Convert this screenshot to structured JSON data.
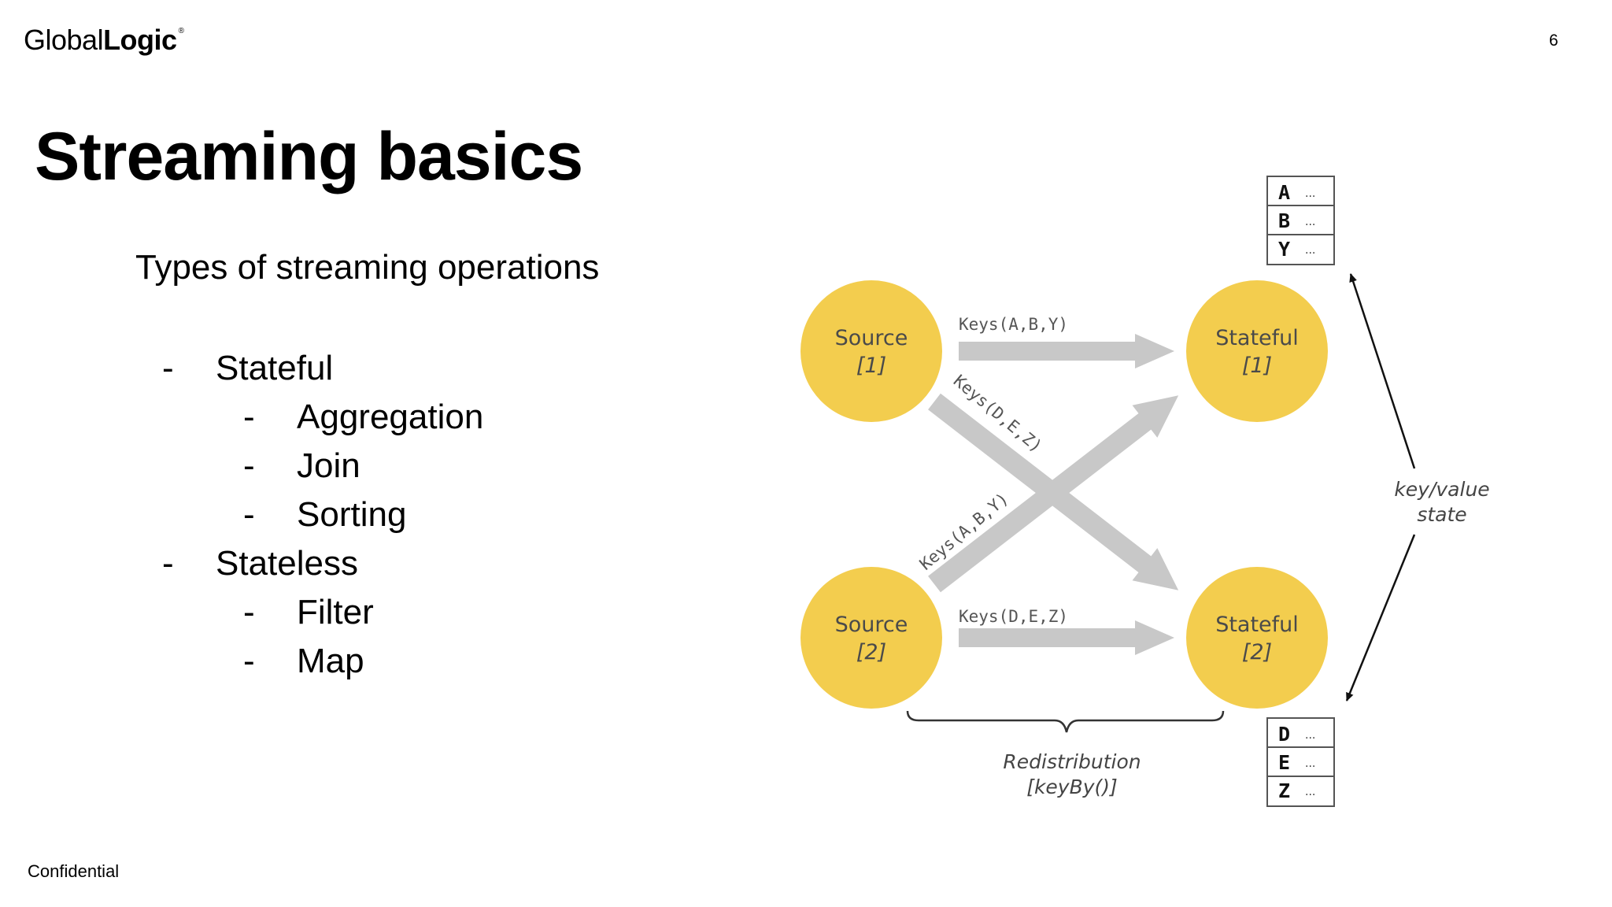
{
  "brand": {
    "name_light": "Global",
    "name_bold": "Logic",
    "mark": "®"
  },
  "page_number": "6",
  "title": "Streaming basics",
  "subtitle": "Types of streaming operations",
  "operations": [
    {
      "dash": "-",
      "label": "Stateful",
      "level": 1
    },
    {
      "dash": "-",
      "label": "Aggregation",
      "level": 2
    },
    {
      "dash": "-",
      "label": "Join",
      "level": 2
    },
    {
      "dash": "-",
      "label": "Sorting",
      "level": 2
    },
    {
      "dash": "-",
      "label": "Stateless",
      "level": 1
    },
    {
      "dash": "-",
      "label": "Filter",
      "level": 2
    },
    {
      "dash": "-",
      "label": "Map",
      "level": 2
    }
  ],
  "footer": "Confidential",
  "diagram": {
    "node_color": "#f3cd4e",
    "arrow_color": "#c8c8c8",
    "sources": [
      {
        "name": "Source",
        "index": "[1]"
      },
      {
        "name": "Source",
        "index": "[2]"
      }
    ],
    "statefuls": [
      {
        "name": "Stateful",
        "index": "[1]"
      },
      {
        "name": "Stateful",
        "index": "[2]"
      }
    ],
    "arrow_labels": {
      "source1_to_stateful1": "Keys(A,B,Y)",
      "source1_to_stateful2": "Keys(D,E,Z)",
      "source2_to_stateful1": "Keys(A,B,Y)",
      "source2_to_stateful2": "Keys(D,E,Z)"
    },
    "state_top": {
      "keys": [
        "A",
        "B",
        "Y"
      ],
      "ellipsis": "..."
    },
    "state_bottom": {
      "keys": [
        "D",
        "E",
        "Z"
      ],
      "ellipsis": "..."
    },
    "state_label": [
      "key/value",
      "state"
    ],
    "redistribution": [
      "Redistribution",
      "[keyBy()]"
    ]
  }
}
